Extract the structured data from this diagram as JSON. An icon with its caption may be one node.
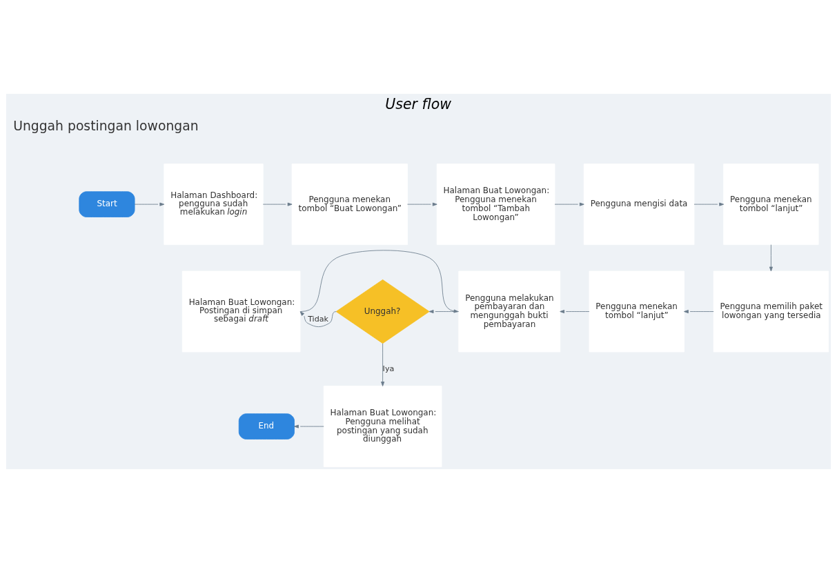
{
  "diagram": {
    "title": "User flow",
    "nodes": [
      {
        "text": [
          "Start"
        ]
      },
      {
        "text": [
          "Halaman Dashboard: pengguna sudah melakukan *login*"
        ]
      },
      {
        "text": [
          "Pengguna menekan tombol “Buat Lowongan”"
        ]
      },
      {
        "text": [
          "Halaman Buat Lowongan: Pengguna menekan tombol “Tambah Lowongan”"
        ]
      },
      {
        "text": [
          "Pengguna mengisi data"
        ]
      },
      {
        "text": [
          "Pengguna menekan tombol “lanjut”"
        ]
      },
      {
        "text": [
          "Pengguna memilih paket lowongan yang tersedia"
        ]
      },
      {
        "text": [
          "Pengguna menekan tombol “lanjut”"
        ]
      },
      {
        "text": [
          "Pengguna melakukan pembayaran dan mengunggah bukti pembayaran"
        ]
      },
      {
        "text": [
          "Unggah?"
        ]
      },
      {
        "text": [
          "Halaman Buat Lowongan: Postingan di simpan sebagai *draft*"
        ]
      },
      {
        "text": [
          "Halaman Buat Lowongan: Pengguna melihat postingan yang sudah diunggah"
        ]
      },
      {
        "text": [
          "End"
        ]
      }
    ],
    "edges": [
      {
        "from": 0,
        "to": 1,
        "arrow": "to"
      },
      {
        "from": 1,
        "to": 2,
        "arrow": "to"
      },
      {
        "from": 2,
        "to": 3,
        "arrow": "to"
      },
      {
        "from": 3,
        "to": 4,
        "arrow": "to"
      },
      {
        "from": 4,
        "to": 5,
        "arrow": "to"
      },
      {
        "from": 5,
        "to": 6,
        "arrow": "to"
      },
      {
        "from": 6,
        "to": 7,
        "arrow": "to"
      },
      {
        "from": 7,
        "to": 8,
        "arrow": "to"
      },
      {
        "from": 8,
        "to": 9,
        "arrow": "to"
      },
      {
        "from": 9,
        "to": 10,
        "arrow": "to",
        "label": "Tidak"
      },
      {
        "from": 10,
        "to": 8,
        "arrow": "to"
      },
      {
        "from": 9,
        "to": 11,
        "arrow": "to",
        "label": "Iya"
      },
      {
        "from": 11,
        "to": 12,
        "arrow": "to"
      }
    ],
    "labels": [
      "Unggah postingan lowongan"
    ]
  }
}
